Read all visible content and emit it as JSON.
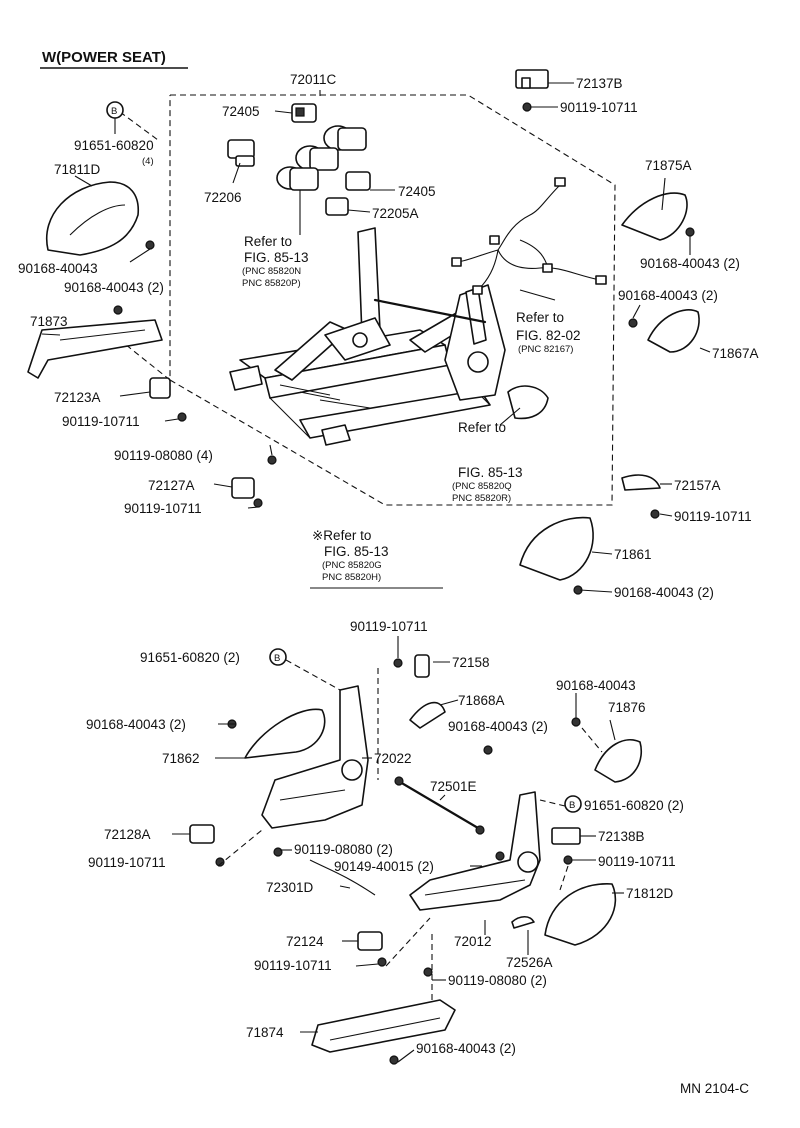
{
  "title": "W(POWER   SEAT)",
  "footer_code": "MN  2104-C",
  "labels": {
    "p72011C": "72011C",
    "p72137B": "72137B",
    "b90119_10711_a": "90119-10711",
    "circle_b": "B",
    "p91651_60820": "91651-60820",
    "qty4_a": "(4)",
    "p72405_a": "72405",
    "p72405_b": "72405",
    "p71811D": "71811D",
    "p72206": "72206",
    "p72205A": "72205A",
    "p71875A": "71875A",
    "b90168_40043_a": "90168-40043",
    "b90168_40043_b": "90168-40043 (2)",
    "b90168_40043_c": "90168-40043 (2)",
    "b90168_40043_d": "90168-40043 (2)",
    "refer_to_1": "Refer to",
    "fig_85_13_a": "FIG. 85-13",
    "pnc_85820N": "(PNC 85820N",
    "pnc_85820P": "PNC 85820P)",
    "p71873": "71873",
    "refer_to_2": "Refer to",
    "fig_82_02": "FIG. 82-02",
    "pnc_82167": "(PNC 82167)",
    "p71867A": "71867A",
    "p72123A": "72123A",
    "b90119_10711_b": "90119-10711",
    "b90119_08080_a": "90119-08080 (4)",
    "refer_to_3": "Refer to",
    "fig_85_13_b": "FIG. 85-13",
    "pnc_85820Q": "(PNC 85820Q",
    "pnc_85820R": "PNC 85820R)",
    "p72127A": "72127A",
    "p72157A": "72157A",
    "b90119_10711_c": "90119-10711",
    "b90119_10711_d": "90119-10711",
    "refer_to_star": "※Refer to",
    "fig_85_13_c": "FIG. 85-13",
    "pnc_85820G": "(PNC 85820G",
    "pnc_85820H": "PNC 85820H)",
    "p71861": "71861",
    "b90168_40043_e": "90168-40043 (2)",
    "b90119_10711_e": "90119-10711",
    "b91651_60820_b": "91651-60820 (2)",
    "p72158": "72158",
    "p71868A": "71868A",
    "b90168_40043_f": "90168-40043",
    "b90168_40043_g": "90168-40043 (2)",
    "b90168_40043_h": "90168-40043 (2)",
    "p71876": "71876",
    "p71862": "71862",
    "p72022": "72022",
    "p72501E": "72501E",
    "b91651_60820_c": "91651-60820 (2)",
    "p72128A": "72128A",
    "b90119_08080_b": "90119-08080 (2)",
    "p72138B": "72138B",
    "b90119_10711_f": "90119-10711",
    "b90149_40015": "90149-40015 (2)",
    "b90119_10711_g": "90119-10711",
    "p72301D": "72301D",
    "p71812D": "71812D",
    "p72012": "72012",
    "p72124": "72124",
    "p72526A": "72526A",
    "b90119_10711_h": "90119-10711",
    "b90119_08080_c": "90119-08080 (2)",
    "p71874": "71874",
    "b90168_40043_i": "90168-40043 (2)"
  }
}
